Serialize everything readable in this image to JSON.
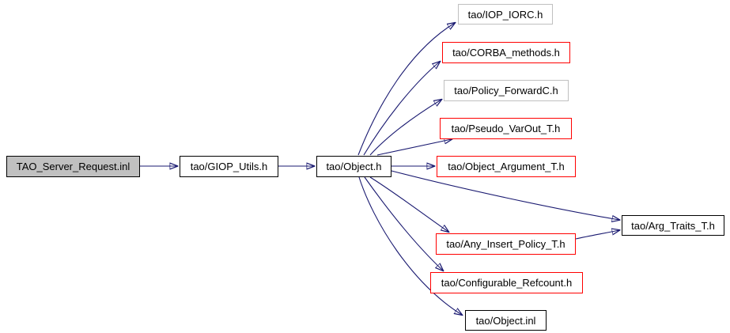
{
  "colors": {
    "edge": "#191970",
    "node_border_default": "#000000",
    "node_border_unlinked": "#c0c0c0",
    "node_border_truncated": "#ff0000",
    "root_node_fill": "#c0c0c0",
    "node_fill": "#ffffff",
    "text": "#000000",
    "background": "#ffffff"
  },
  "nodes": [
    {
      "id": "tao-server-request-inl",
      "label": "TAO_Server_Request.inl",
      "role": "root-file",
      "border": "black",
      "fill": "gray"
    },
    {
      "id": "giop-utils",
      "label": "tao/GIOP_Utils.h",
      "role": "include",
      "border": "black",
      "fill": "white"
    },
    {
      "id": "object-h",
      "label": "tao/Object.h",
      "role": "include",
      "border": "black",
      "fill": "white"
    },
    {
      "id": "iop-iorc",
      "label": "tao/IOP_IORC.h",
      "role": "include",
      "border": "gray",
      "fill": "white"
    },
    {
      "id": "corba-methods",
      "label": "tao/CORBA_methods.h",
      "role": "include",
      "border": "red",
      "fill": "white"
    },
    {
      "id": "policy-forwardc",
      "label": "tao/Policy_ForwardC.h",
      "role": "include",
      "border": "gray",
      "fill": "white"
    },
    {
      "id": "pseudo-varout-t",
      "label": "tao/Pseudo_VarOut_T.h",
      "role": "include",
      "border": "red",
      "fill": "white"
    },
    {
      "id": "object-argument-t",
      "label": "tao/Object_Argument_T.h",
      "role": "include",
      "border": "red",
      "fill": "white"
    },
    {
      "id": "arg-traits-t",
      "label": "tao/Arg_Traits_T.h",
      "role": "include",
      "border": "black",
      "fill": "white"
    },
    {
      "id": "any-insert-policy-t",
      "label": "tao/Any_Insert_Policy_T.h",
      "role": "include",
      "border": "red",
      "fill": "white"
    },
    {
      "id": "configurable-refcount",
      "label": "tao/Configurable_Refcount.h",
      "role": "include",
      "border": "red",
      "fill": "white"
    },
    {
      "id": "object-inl",
      "label": "tao/Object.inl",
      "role": "include",
      "border": "black",
      "fill": "white"
    }
  ],
  "edges": [
    {
      "from": "TAO_Server_Request.inl",
      "to": "tao/GIOP_Utils.h"
    },
    {
      "from": "tao/GIOP_Utils.h",
      "to": "tao/Object.h"
    },
    {
      "from": "tao/Object.h",
      "to": "tao/IOP_IORC.h"
    },
    {
      "from": "tao/Object.h",
      "to": "tao/CORBA_methods.h"
    },
    {
      "from": "tao/Object.h",
      "to": "tao/Policy_ForwardC.h"
    },
    {
      "from": "tao/Object.h",
      "to": "tao/Pseudo_VarOut_T.h"
    },
    {
      "from": "tao/Object.h",
      "to": "tao/Object_Argument_T.h"
    },
    {
      "from": "tao/Object.h",
      "to": "tao/Arg_Traits_T.h"
    },
    {
      "from": "tao/Object.h",
      "to": "tao/Any_Insert_Policy_T.h"
    },
    {
      "from": "tao/Any_Insert_Policy_T.h",
      "to": "tao/Arg_Traits_T.h"
    },
    {
      "from": "tao/Object.h",
      "to": "tao/Configurable_Refcount.h"
    },
    {
      "from": "tao/Object.h",
      "to": "tao/Object.inl"
    }
  ]
}
